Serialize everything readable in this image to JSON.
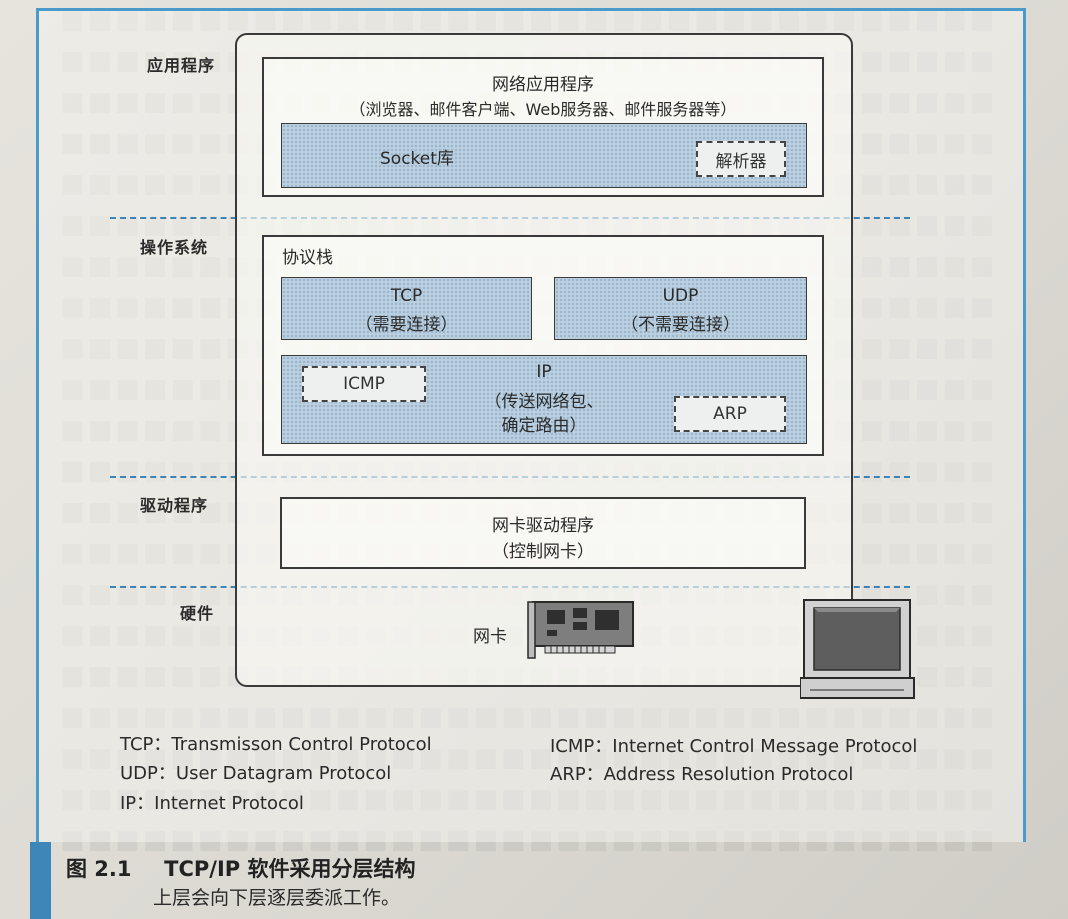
{
  "layers": {
    "application": "应用程序",
    "os": "操作系统",
    "driver": "驱动程序",
    "hardware": "硬件"
  },
  "app_box": {
    "title": "网络应用程序",
    "subtitle": "（浏览器、邮件客户端、Web服务器、邮件服务器等）",
    "socket_label": "Socket库",
    "resolver_label": "解析器"
  },
  "protocol_stack": {
    "title": "协议栈",
    "tcp": {
      "name": "TCP",
      "desc": "（需要连接）"
    },
    "udp": {
      "name": "UDP",
      "desc": "（不需要连接）"
    },
    "ip": {
      "name": "IP",
      "desc_line1": "（传送网络包、",
      "desc_line2": "确定路由）"
    },
    "icmp": "ICMP",
    "arp": "ARP"
  },
  "driver_box": {
    "title": "网卡驱动程序",
    "desc": "（控制网卡）"
  },
  "hardware_box": {
    "nic_label": "网卡"
  },
  "legend": {
    "tcp": "TCP：Transmisson Control Protocol",
    "udp": "UDP：User Datagram Protocol",
    "ip": "IP：Internet Protocol",
    "icmp": "ICMP：Internet Control Message Protocol",
    "arp": "ARP：Address Resolution Protocol"
  },
  "caption": {
    "number": "图 2.1",
    "title": "TCP/IP 软件采用分层结构",
    "subtitle": "上层会向下层逐层委派工作。"
  },
  "colors": {
    "accent_blue": "#3c87b8",
    "shaded_fill": "#b9cfdf"
  }
}
